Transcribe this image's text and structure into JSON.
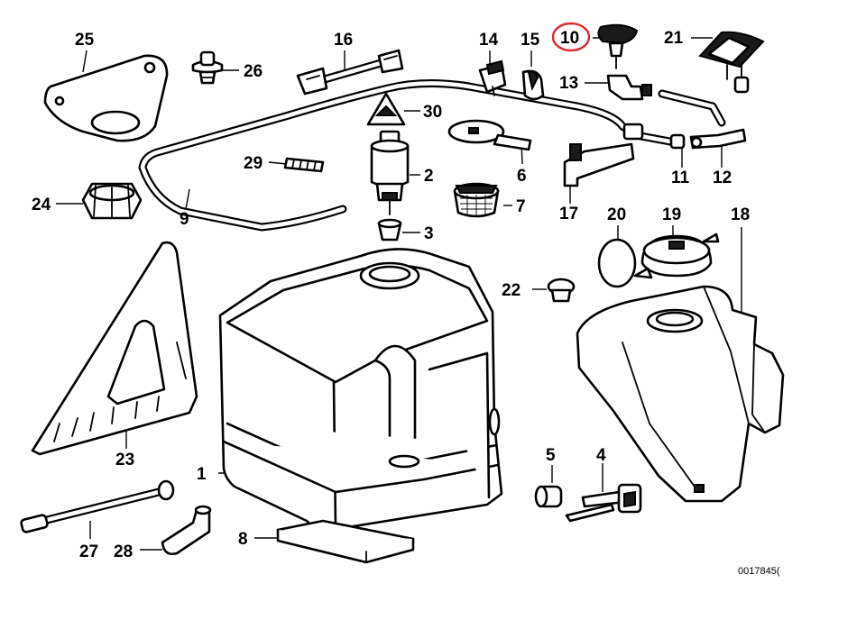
{
  "diagram": {
    "reference_code": "0017845(",
    "highlight_color": "#e0282e",
    "highlighted_part": "10",
    "callouts": {
      "p1": "1",
      "p2": "2",
      "p3": "3",
      "p4": "4",
      "p5": "5",
      "p6": "6",
      "p7": "7",
      "p8": "8",
      "p9": "9",
      "p10": "10",
      "p11": "11",
      "p12": "12",
      "p13": "13",
      "p14": "14",
      "p15": "15",
      "p16": "16",
      "p17": "17",
      "p18": "18",
      "p19": "19",
      "p20": "20",
      "p21": "21",
      "p22": "22",
      "p23": "23",
      "p24": "24",
      "p25": "25",
      "p26": "26",
      "p27": "27",
      "p28": "28",
      "p29": "29",
      "p30": "30"
    }
  }
}
